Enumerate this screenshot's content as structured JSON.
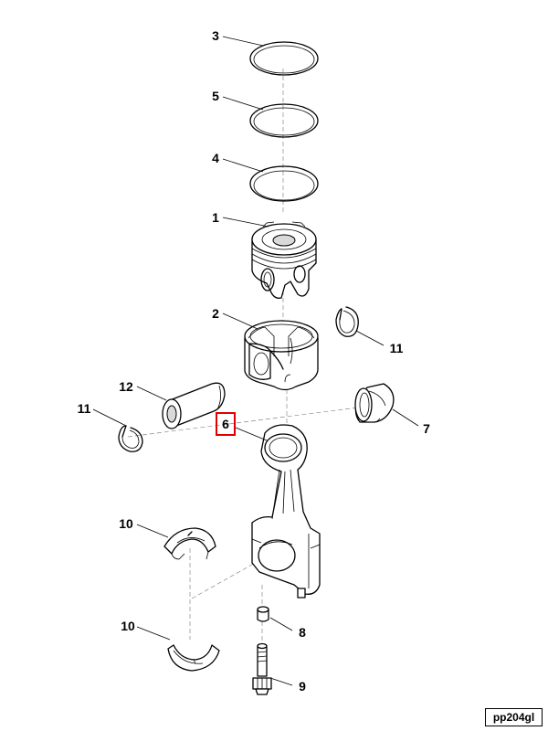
{
  "callouts": {
    "c1": "1",
    "c2": "2",
    "c3": "3",
    "c4": "4",
    "c5": "5",
    "c6": "6",
    "c7": "7",
    "c8": "8",
    "c9": "9",
    "c10a": "10",
    "c10b": "10",
    "c11a": "11",
    "c11b": "11",
    "c12": "12"
  },
  "selected_callout": "6",
  "highlight_color": "#e00000",
  "reference_code": "pp204gl"
}
